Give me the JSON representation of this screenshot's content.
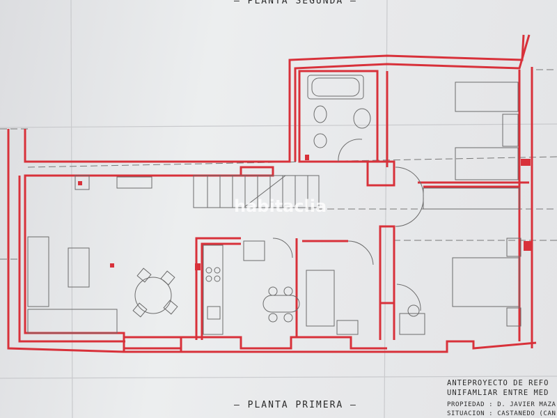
{
  "plan": {
    "title_top": "PLANTA SEGUNDA",
    "title_bottom": "PLANTA PRIMERA",
    "title_block": {
      "line1": "ANTEPROYECTO DE REFO",
      "line2": "UNIFAMLIAR ENTRE MED",
      "line3": "PROPIEDAD : D. JAVIER MAZA",
      "line4": "SITUACION : CASTANEDO (CAN"
    },
    "watermark": "habitaclia"
  },
  "colors": {
    "wall": "#d8313a",
    "line": "#6b6b6b",
    "paper": "#e9eaec"
  }
}
